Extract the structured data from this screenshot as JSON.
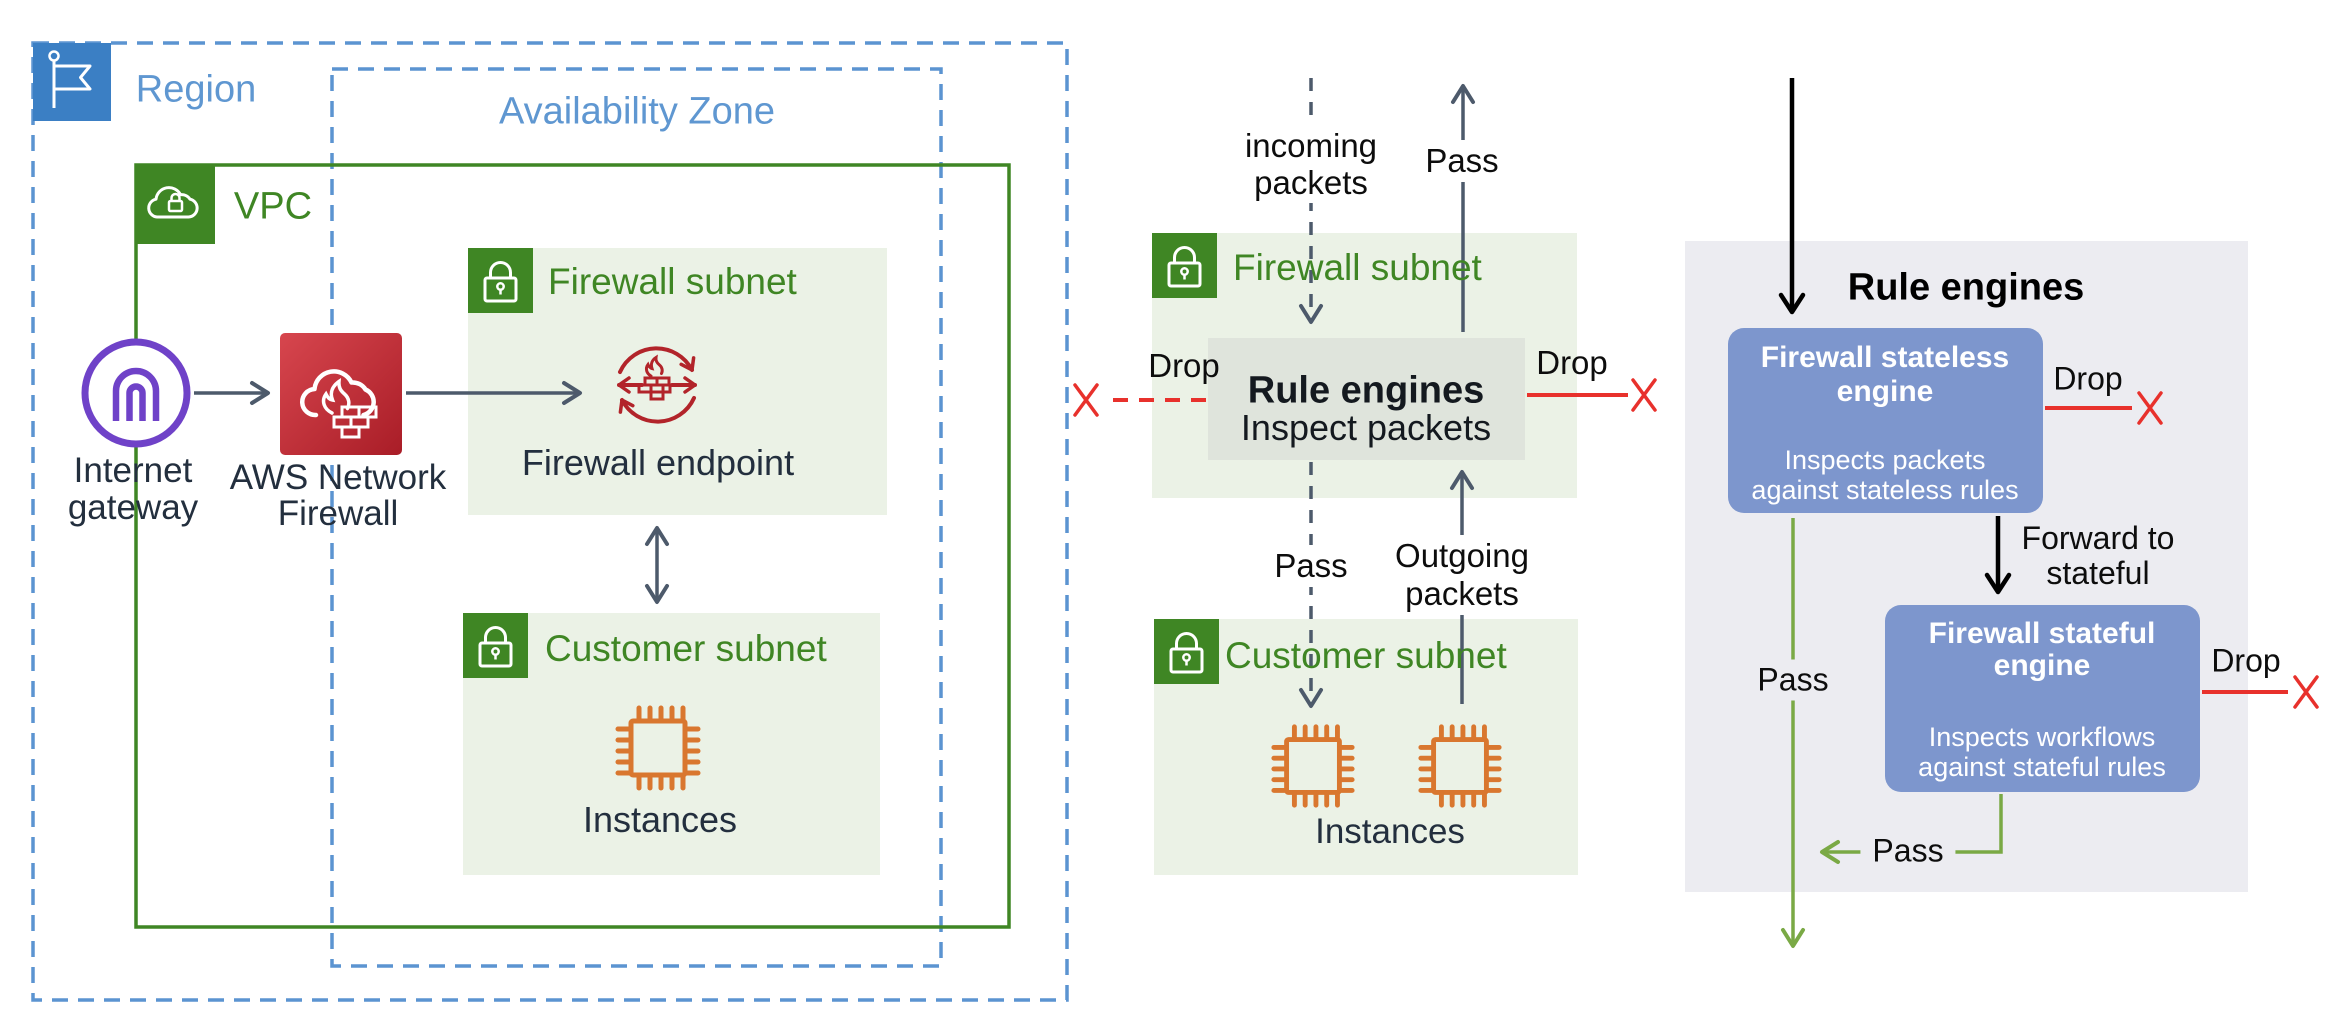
{
  "colors": {
    "green": "#3f8624",
    "subnet_fill": "#ebf2e6",
    "blue_border": "#5b94d1",
    "blue_fill": "#3b7fc4",
    "blue_text": "#5f97d1",
    "orange": "#d9772f",
    "purple": "#6f42c8",
    "firewall_red": "#c0282f",
    "red_line": "#e8312c",
    "slate": "#4d5a6b",
    "grey_box": "#dfe4dc",
    "panel_grey": "#ececf1",
    "engine_blue": "#7d96cd",
    "label_dark": "#232f3e",
    "flow_black": "#0d0d0d",
    "pass_green": "#7aa945"
  },
  "left": {
    "region_label": "Region",
    "az_label": "Availability Zone",
    "vpc_label": "VPC",
    "firewall_subnet_label": "Firewall subnet",
    "firewall_endpoint_label": "Firewall endpoint",
    "customer_subnet_label": "Customer subnet",
    "instances_label": "Instances",
    "internet_gateway_l1": "Internet",
    "internet_gateway_l2": "gateway",
    "network_firewall_l1": "AWS Network",
    "network_firewall_l2": "Firewall"
  },
  "middle": {
    "firewall_subnet_label": "Firewall subnet",
    "customer_subnet_label": "Customer subnet",
    "instances_label": "Instances",
    "rule_engines_title": "Rule engines",
    "rule_engines_subtitle": "Inspect packets",
    "incoming_packets_l1": "incoming",
    "incoming_packets_l2": "packets",
    "pass_in_label": "Pass",
    "pass_out_label": "Pass",
    "outgoing_packets_l1": "Outgoing",
    "outgoing_packets_l2": "packets",
    "drop_left_label": "Drop",
    "drop_right_label": "Drop"
  },
  "right": {
    "panel_title": "Rule engines",
    "stateless_title_l1": "Firewall stateless",
    "stateless_title_l2": "engine",
    "stateless_body_l1": "Inspects packets",
    "stateless_body_l2": "against stateless rules",
    "stateful_title_l1": "Firewall stateful",
    "stateful_title_l2": "engine",
    "stateful_body_l1": "Inspects workflows",
    "stateful_body_l2": "against stateful rules",
    "drop_stateless_label": "Drop",
    "drop_stateful_label": "Drop",
    "forward_l1": "Forward to",
    "forward_l2": "stateful",
    "pass_left_label": "Pass",
    "pass_elbow_label": "Pass"
  }
}
